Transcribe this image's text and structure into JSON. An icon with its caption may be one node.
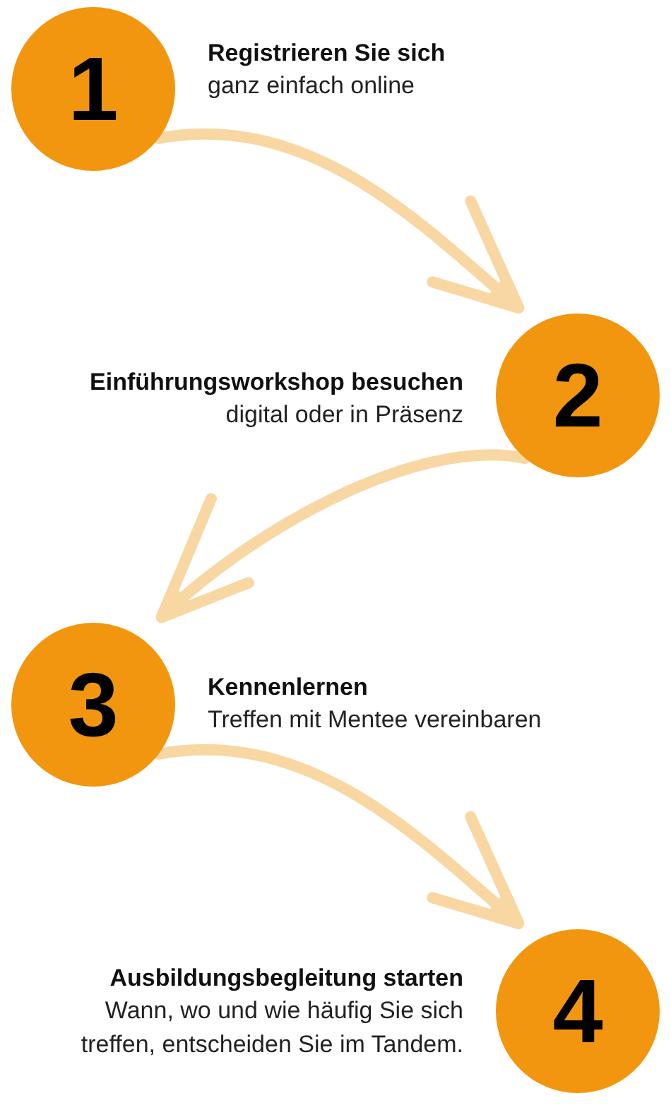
{
  "diagram": {
    "nodes": [
      {
        "text": [
          "1"
        ],
        "beside": [
          "Registrieren Sie sich",
          "ganz einfach online"
        ]
      },
      {
        "text": [
          "2"
        ],
        "beside": [
          "Einführungsworkshop besuchen",
          "digital oder in Präsenz"
        ]
      },
      {
        "text": [
          "3"
        ],
        "beside": [
          "Kennenlernen",
          "Treffen mit Mentee vereinbaren"
        ]
      },
      {
        "text": [
          "4"
        ],
        "beside": [
          "Ausbildungsbegleitung starten",
          "Wann, wo und wie häufig Sie sich treffen, entscheiden Sie im Tandem."
        ]
      }
    ],
    "edges": [
      {
        "from": 0,
        "to": 1,
        "arrow": "to"
      },
      {
        "from": 1,
        "to": 2,
        "arrow": "to"
      },
      {
        "from": 2,
        "to": 3,
        "arrow": "to"
      }
    ]
  }
}
